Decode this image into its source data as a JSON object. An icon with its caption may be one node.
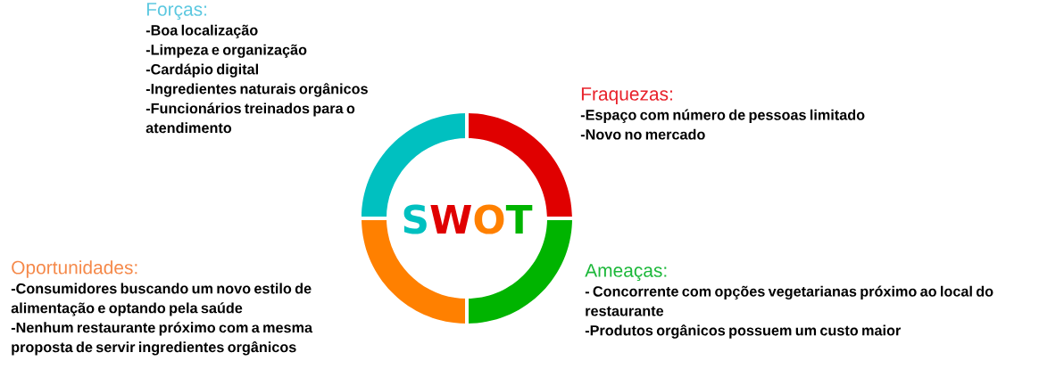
{
  "diagram": {
    "labels": [
      "Forças:",
      "-Boa localização",
      "-Limpeza e organização",
      "-Cardápio digital",
      "-Ingredientes naturais orgânicos",
      "-Funcionários treinados para o atendimento",
      "Fraquezas:",
      "-Espaço com número de pessoas limitado",
      "-Novo no mercado",
      "S",
      "W",
      "O",
      "T",
      "Oportunidades:",
      "-Consumidores buscando um novo estilo de alimentação e optando pela saúde",
      "-Nenhum restaurante próximo com a mesma proposta de servir ingredientes orgânicos",
      "Ameaças:",
      "- Concorrente com opções vegetarianas próximo ao local do restaurante",
      "-Produtos orgânicos possuem um custo maior"
    ]
  }
}
